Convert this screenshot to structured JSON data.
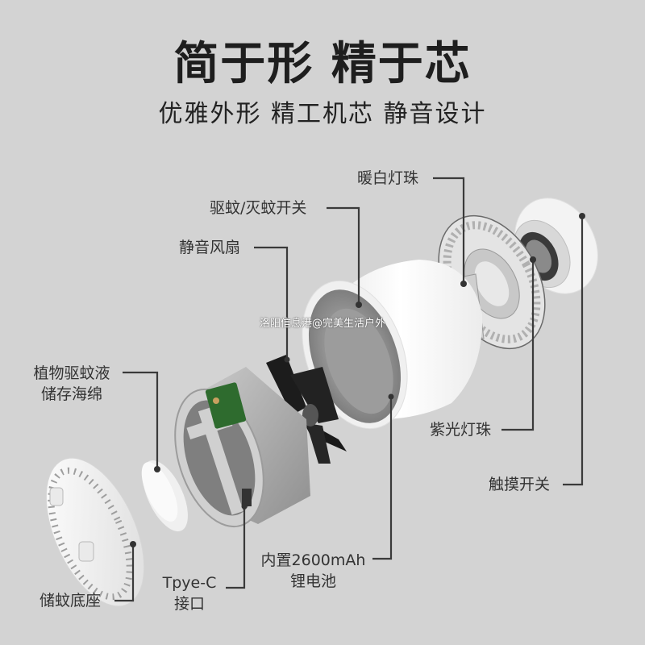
{
  "header": {
    "title": "简于形  精于芯",
    "subtitle": "优雅外形 精工机芯 静音设计"
  },
  "colors": {
    "background": "#d3d3d3",
    "text": "#2a2a2a",
    "leader_line": "#3a3a3a",
    "product_white": "#f4f4f4",
    "product_grey": "#a8a8a8",
    "fan_black": "#1c1c1c",
    "pcb_green": "#2e6b2e"
  },
  "callouts": [
    {
      "id": "warm-white-led",
      "text": "暖白灯珠"
    },
    {
      "id": "mode-switch",
      "text": "驱蚊/灭蚊开关"
    },
    {
      "id": "silent-fan",
      "text": "静音风扇"
    },
    {
      "id": "sponge",
      "line1": "植物驱蚊液",
      "line2": "储存海绵"
    },
    {
      "id": "uv-led",
      "text": "紫光灯珠"
    },
    {
      "id": "touch-switch",
      "text": "触摸开关"
    },
    {
      "id": "battery",
      "line1": "内置2600mAh",
      "line2": "锂电池"
    },
    {
      "id": "type-c",
      "line1": "Tpye-C",
      "line2": "接口"
    },
    {
      "id": "base",
      "text": "储蚊底座"
    }
  ],
  "watermark": "洛阳信息港@完美生活户外"
}
